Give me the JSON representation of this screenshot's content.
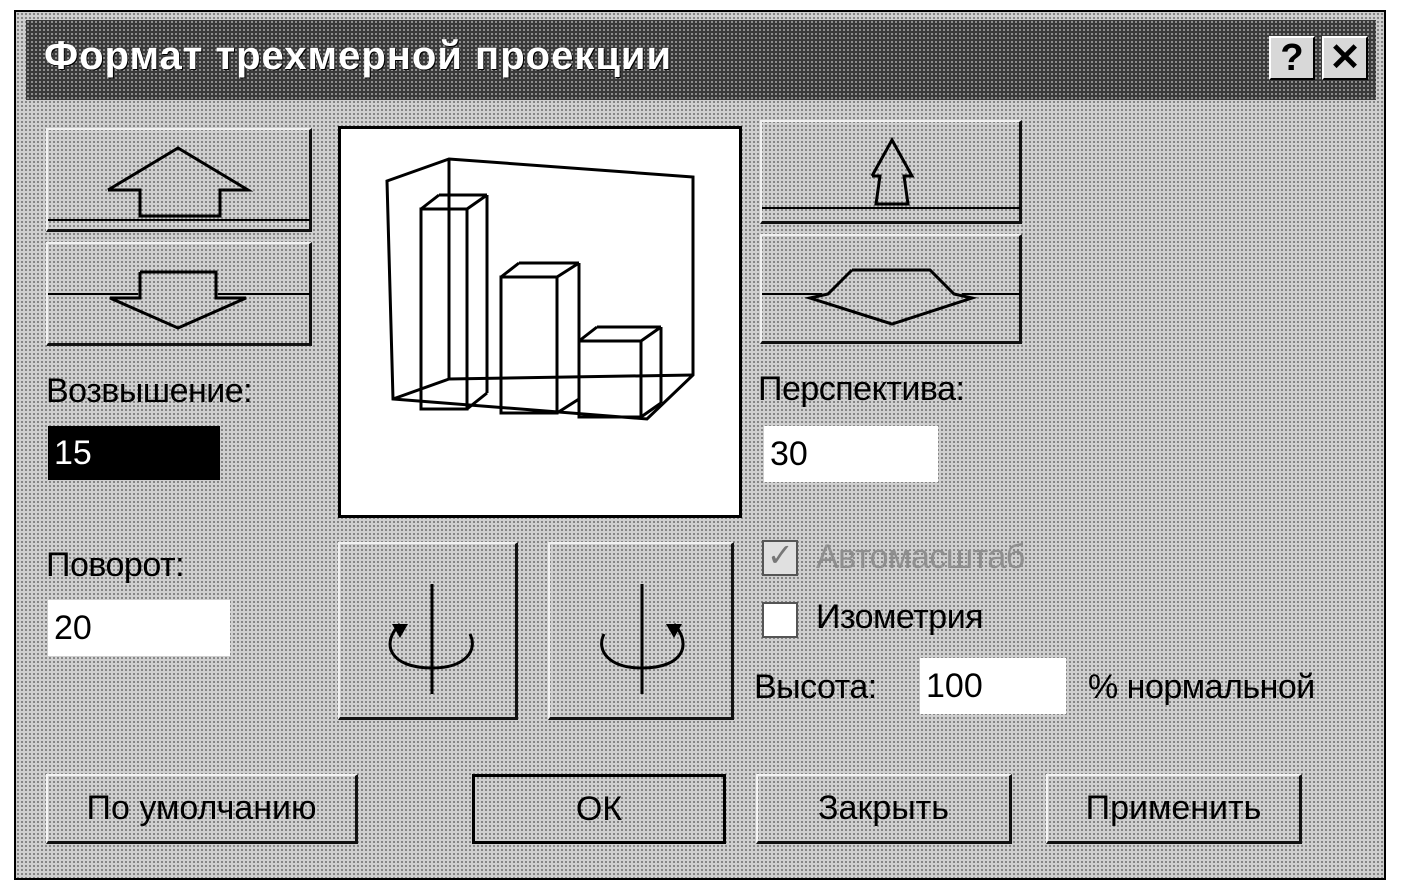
{
  "dialog": {
    "title": "Формат трехмерной проекции",
    "help_glyph": "?",
    "close_glyph": "✕"
  },
  "elevation": {
    "label": "Возвышение:",
    "value": "15"
  },
  "rotation": {
    "label": "Поворот:",
    "value": "20"
  },
  "perspective": {
    "label": "Перспектива:",
    "value": "30"
  },
  "options": {
    "autoscale_label": "Автомасштаб",
    "autoscale_checked": true,
    "autoscale_enabled": false,
    "isometric_label": "Изометрия",
    "isometric_checked": false
  },
  "height": {
    "label": "Высота:",
    "value": "100",
    "suffix": "% нормальной"
  },
  "buttons": {
    "default_label": "По умолчанию",
    "ok_label": "ОК",
    "close_label": "Закрыть",
    "apply_label": "Применить"
  },
  "icons": {
    "elevation_up": "arrow-up-icon",
    "elevation_down": "arrow-down-icon",
    "rotate_left": "rotate-left-icon",
    "rotate_right": "rotate-right-icon",
    "perspective_up": "perspective-increase-icon",
    "perspective_down": "perspective-decrease-icon"
  }
}
